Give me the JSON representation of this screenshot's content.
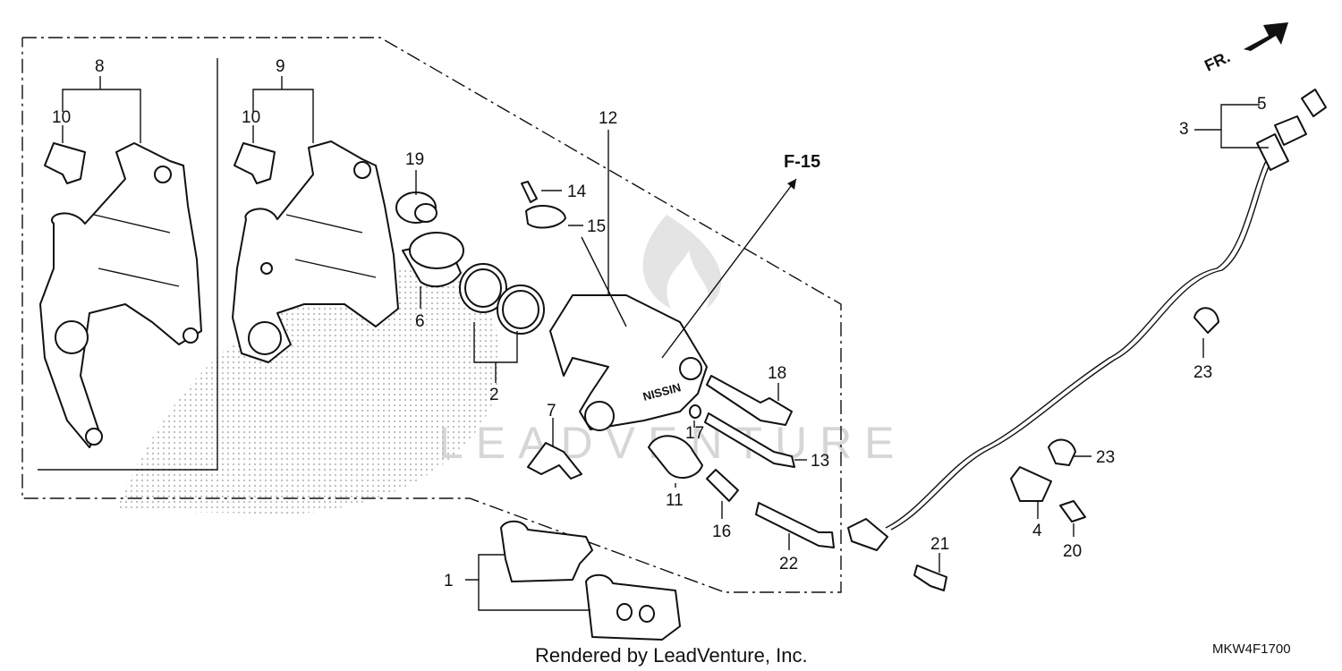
{
  "diagram": {
    "reference_label": "F-15",
    "direction_label": "FR.",
    "diagram_code": "MKW4F1700",
    "footer": "Rendered by LeadVenture, Inc.",
    "watermark": "LEADVENTURE"
  },
  "callouts": [
    "1",
    "2",
    "3",
    "4",
    "5",
    "6",
    "7",
    "8",
    "9",
    "10",
    "10",
    "11",
    "12",
    "13",
    "14",
    "15",
    "16",
    "17",
    "18",
    "19",
    "20",
    "21",
    "22",
    "23",
    "23"
  ]
}
